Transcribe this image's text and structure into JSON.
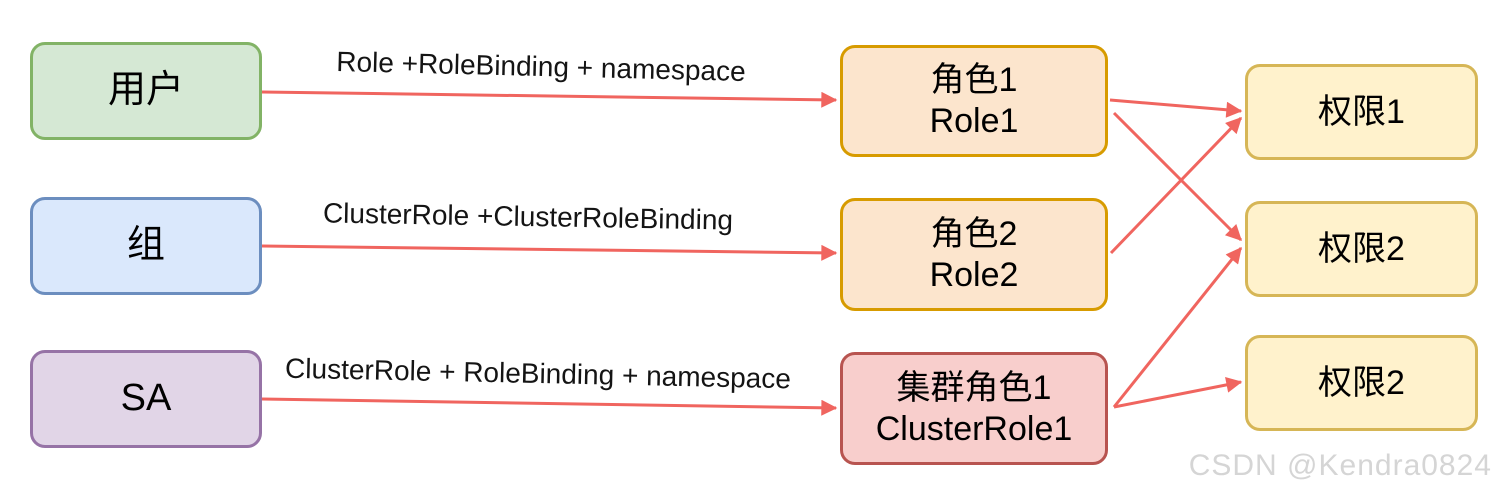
{
  "diagram": {
    "arrow_color": "#f0655f",
    "nodes": [
      {
        "id": "user",
        "label_lines": [
          "用户"
        ],
        "fill": "#d5e8d4",
        "border": "#82b366"
      },
      {
        "id": "group",
        "label_lines": [
          "组"
        ],
        "fill": "#dae8fc",
        "border": "#6c8ebf"
      },
      {
        "id": "sa",
        "label_lines": [
          "SA"
        ],
        "fill": "#e1d5e7",
        "border": "#9673a6"
      },
      {
        "id": "role1",
        "label_lines": [
          "角色1",
          "Role1"
        ],
        "fill": "#fce5cd",
        "border": "#d79b00"
      },
      {
        "id": "role2",
        "label_lines": [
          "角色2",
          "Role2"
        ],
        "fill": "#fce5cd",
        "border": "#d79b00"
      },
      {
        "id": "clusterrole1",
        "label_lines": [
          "集群角色1",
          "ClusterRole1"
        ],
        "fill": "#f8cecc",
        "border": "#b85450"
      },
      {
        "id": "perm1",
        "label_lines": [
          "权限1"
        ],
        "fill": "#fff2cc",
        "border": "#d6b656"
      },
      {
        "id": "perm2",
        "label_lines": [
          "权限2"
        ],
        "fill": "#fff2cc",
        "border": "#d6b656"
      },
      {
        "id": "perm3",
        "label_lines": [
          "权限2"
        ],
        "fill": "#fff2cc",
        "border": "#d6b656"
      }
    ],
    "edges": [
      {
        "from": "user",
        "to": "role1",
        "label": "Role +RoleBinding + namespace"
      },
      {
        "from": "group",
        "to": "role2",
        "label": "ClusterRole +ClusterRoleBinding"
      },
      {
        "from": "sa",
        "to": "clusterrole1",
        "label": "ClusterRole + RoleBinding + namespace"
      },
      {
        "from": "role1",
        "to": "perm1",
        "label": ""
      },
      {
        "from": "role1",
        "to": "perm2",
        "label": ""
      },
      {
        "from": "role2",
        "to": "perm1",
        "label": ""
      },
      {
        "from": "clusterrole1",
        "to": "perm2",
        "label": ""
      },
      {
        "from": "clusterrole1",
        "to": "perm3",
        "label": ""
      }
    ]
  },
  "watermark": "CSDN @Kendra0824"
}
